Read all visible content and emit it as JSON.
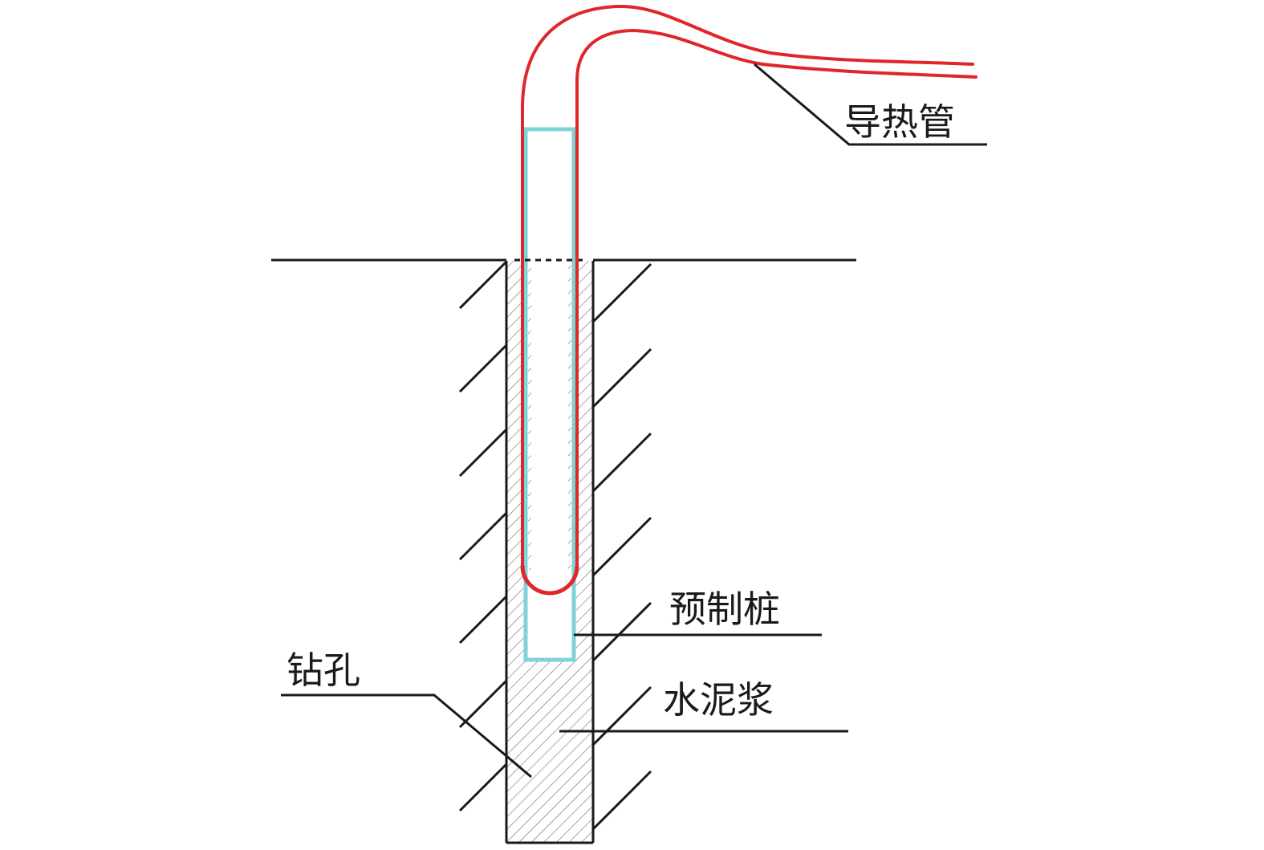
{
  "labels": {
    "heat_pipe": "导热管",
    "precast_pile": "预制桩",
    "borehole": "钻孔",
    "cement_grout": "水泥浆"
  },
  "colors": {
    "heat_pipe": "#e0262b",
    "precast_pile": "#7fd3d8",
    "outline": "#1a1a1a",
    "hatch": "#6a6a6a"
  }
}
